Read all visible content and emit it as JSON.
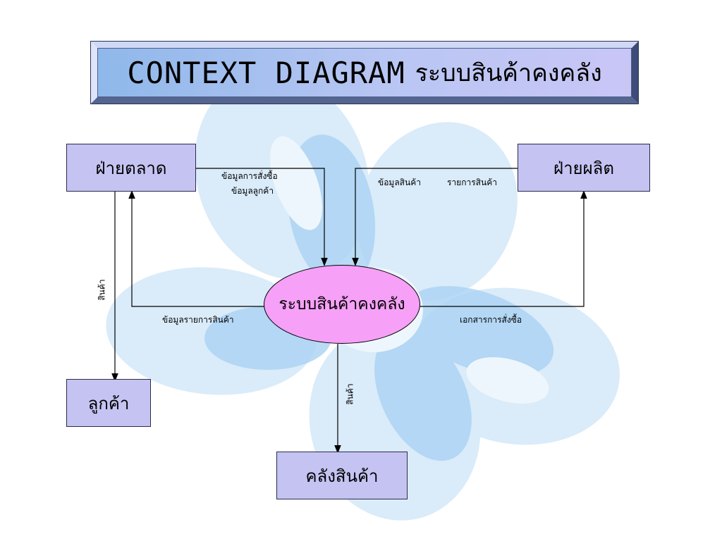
{
  "title": {
    "main": "CONTEXT DIAGRAM",
    "thai": "ระบบสินค้าคงคลัง"
  },
  "process": {
    "label": "ระบบสินค้าคงคลัง"
  },
  "entities": {
    "marketing": "ฝ่ายตลาด",
    "production": "ฝ่ายผลิต",
    "customer": "ลูกค้า",
    "warehouse": "คลังสินค้า"
  },
  "flows": {
    "order_info": "ข้อมูลการสั่งซื้อ",
    "customer_info": "ข้อมูลลูกค้า",
    "product_info": "ข้อมูลสินค้า",
    "product_list": "รายการสินค้า",
    "product_list_info": "ข้อมูลรายการสินค้า",
    "purchase_doc": "เอกสารการสั่งซื้อ",
    "goods_to_customer": "สินค้า",
    "goods_to_warehouse": "สินค้า"
  },
  "colors": {
    "entity_fill": "#c5c3f2",
    "process_fill": "#f6a0f7",
    "title_gradient_start": "#8fb8ea",
    "title_gradient_end": "#c9c6f6"
  }
}
